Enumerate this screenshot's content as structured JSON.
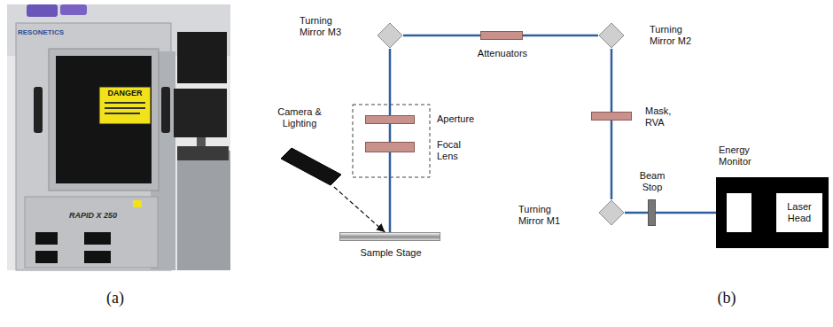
{
  "diagram": {
    "nodes": [
      {
        "text": [
          "Turning Mirror M3"
        ]
      },
      {
        "text": [
          "Attenuators"
        ]
      },
      {
        "text": [
          "Turning Mirror M2"
        ]
      },
      {
        "text": [
          "Camera & Lighting"
        ]
      },
      {
        "text": [
          "Aperture"
        ]
      },
      {
        "text": [
          "Focal Lens"
        ]
      },
      {
        "text": [
          "Mask, RVA"
        ]
      },
      {
        "text": [
          "Sample Stage"
        ]
      },
      {
        "text": [
          "Energy Monitor"
        ]
      },
      {
        "text": [
          "Laser Head"
        ],
        "in": 8
      },
      {
        "text": [
          "Turning Mirror M1"
        ]
      },
      {
        "text": [
          "Beam Stop"
        ]
      }
    ],
    "edges": [
      {
        "from": 8,
        "to": 11,
        "arrow": "none"
      },
      {
        "from": 11,
        "to": 10,
        "arrow": "none"
      },
      {
        "from": 10,
        "to": 6,
        "arrow": "none"
      },
      {
        "from": 6,
        "to": 2,
        "arrow": "none"
      },
      {
        "from": 2,
        "to": 1,
        "arrow": "none"
      },
      {
        "from": 1,
        "to": 0,
        "arrow": "none"
      },
      {
        "from": 0,
        "to": 4,
        "arrow": "none"
      },
      {
        "from": 4,
        "to": 5,
        "arrow": "none"
      },
      {
        "from": 5,
        "to": 7,
        "arrow": "none"
      },
      {
        "from": 3,
        "to": 7,
        "arrow": "to"
      }
    ],
    "labels": [
      "RESONETICS",
      "DANGER",
      "RAPID X 250",
      "(a)",
      "(b)"
    ]
  }
}
